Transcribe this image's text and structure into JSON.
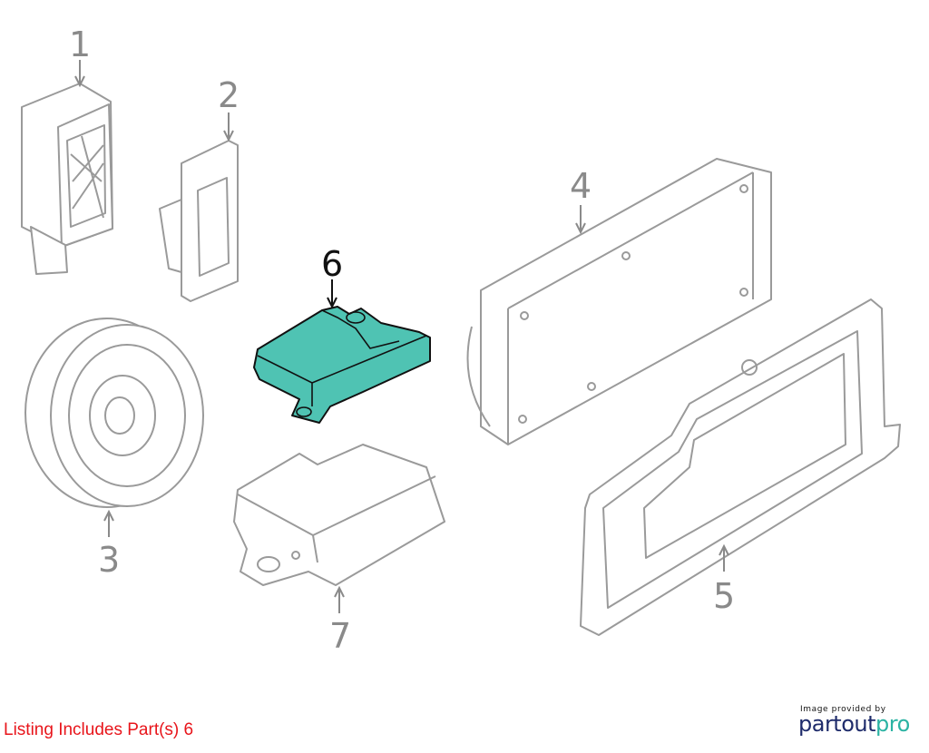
{
  "diagram": {
    "callouts": [
      "1",
      "2",
      "3",
      "4",
      "5",
      "6",
      "7"
    ],
    "highlighted_part": "6",
    "highlight_color": "#4fc3b3"
  },
  "listing_text": "Listing Includes Part(s) 6",
  "listing_color": "#e8151b",
  "credit": {
    "caption": "Image provided by",
    "logo_part1": "partout",
    "logo_part2": "pro"
  }
}
